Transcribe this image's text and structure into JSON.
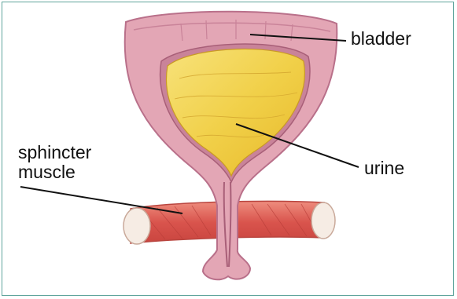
{
  "labels": {
    "bladder": "bladder",
    "urine": "urine",
    "sphincter_line1": "sphincter",
    "sphincter_line2": "muscle"
  },
  "colors": {
    "frame": "#5fa59c",
    "bladder_wall": "#e3a6b5",
    "bladder_outline": "#b9708a",
    "urine": "#f1d049",
    "muscle": "#e0685f",
    "tendon": "#f6ece4"
  }
}
